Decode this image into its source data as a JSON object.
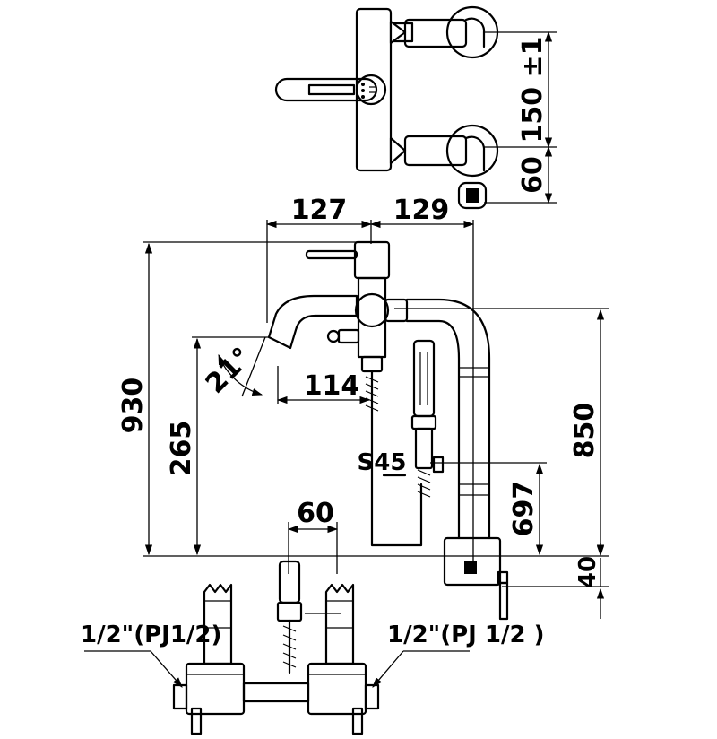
{
  "dimensions": {
    "d_127": "127",
    "d_129": "129",
    "d_150": "150 ±1",
    "d_60_top": "60",
    "d_930": "930",
    "d_265": "265",
    "d_21deg": "21°",
    "d_114": "114",
    "d_850": "850",
    "d_697": "697",
    "d_40": "40",
    "d_60_bottom": "60"
  },
  "labels": {
    "s45": "S45",
    "inlet_left": "1/2\"(PJ1/2)",
    "inlet_right": "1/2\"(PJ 1/2 )"
  }
}
